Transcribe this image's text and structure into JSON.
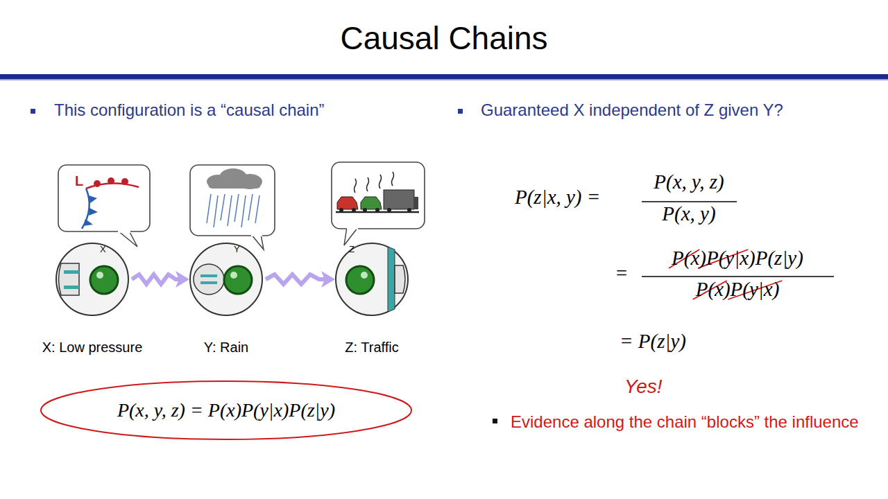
{
  "diagram": {
    "title": "Causal Chains",
    "nodes": [
      {
        "text": [
          "X",
          "X: Low pressure"
        ]
      },
      {
        "text": [
          "Y",
          "Y: Rain"
        ]
      },
      {
        "text": [
          "Z",
          "Z: Traffic"
        ]
      },
      {
        "text": [
          "P(x, y, z) = P(x)P(y|x)P(z|y)"
        ]
      }
    ],
    "edges": [
      {
        "from": 0,
        "to": 1,
        "arrow": "to"
      },
      {
        "from": 1,
        "to": 2,
        "arrow": "to"
      }
    ],
    "labels": [
      "This configuration is a “causal chain”",
      "Guaranteed X independent of Z given Y?",
      "P(z|x, y) =",
      "P(x, y, z)",
      "P(x, y)",
      "=",
      "P(x)P(y|x)P(z|y)",
      "P(x)P(y|x)",
      "= P(z|y)",
      "Yes!",
      "Evidence along the chain “blocks” the influence",
      "L"
    ]
  }
}
